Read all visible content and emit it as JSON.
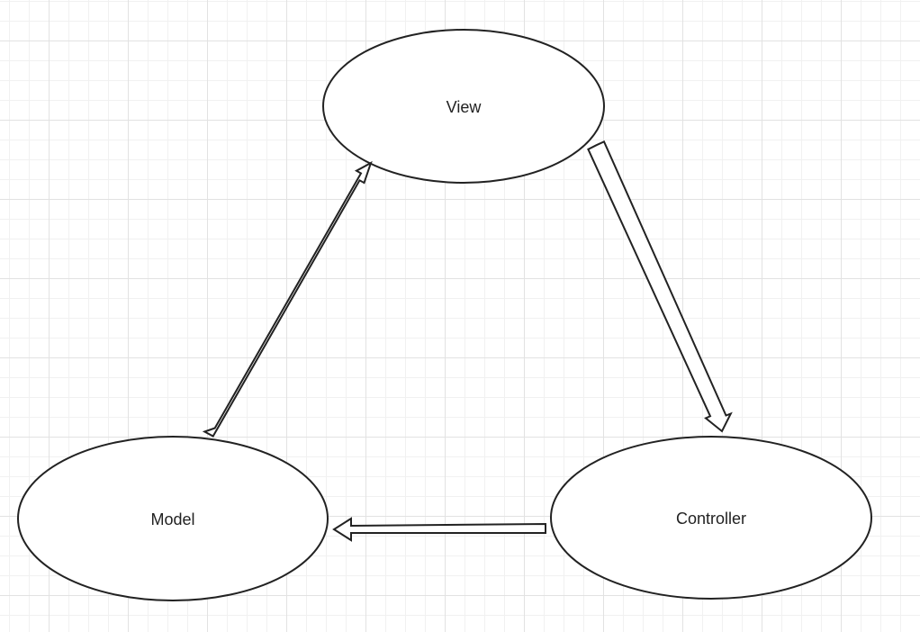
{
  "diagram": {
    "nodes": {
      "view": {
        "label": "View"
      },
      "model": {
        "label": "Model"
      },
      "controller": {
        "label": "Controller"
      }
    },
    "colors": {
      "stroke": "#222222",
      "fill": "#ffffff",
      "grid_major": "#e2e2e2",
      "grid_minor": "#f1f1f1"
    }
  }
}
